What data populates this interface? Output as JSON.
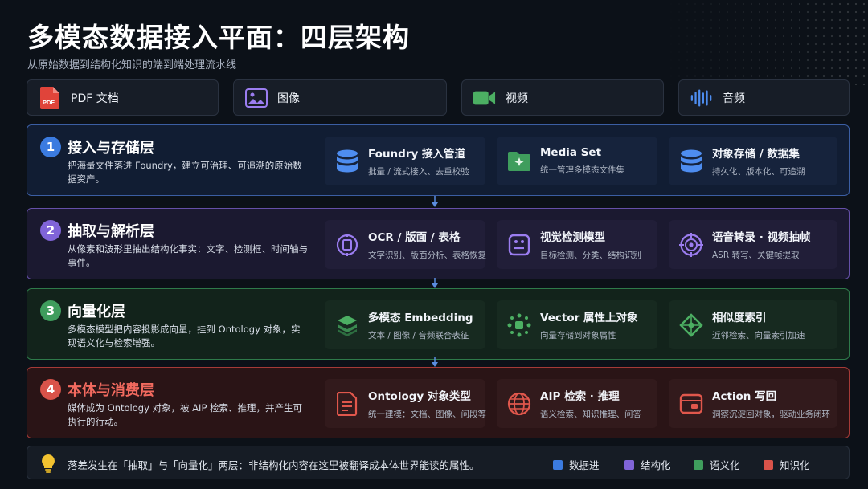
{
  "title": "多模态数据接入平面：四层架构",
  "subtitle": "从原始数据到结构化知识的端到端处理流水线",
  "sources": [
    {
      "label": "PDF 文档",
      "icon": "pdf-icon"
    },
    {
      "label": "图像",
      "icon": "image-icon"
    },
    {
      "label": "视频",
      "icon": "video-icon"
    },
    {
      "label": "音频",
      "icon": "audio-icon"
    }
  ],
  "layers": [
    {
      "num": "1",
      "name": "接入与存储层",
      "desc": "把海量文件落进 Foundry，建立可治理、可追溯的原始数据资产。",
      "color": "#3b7be0",
      "cards": [
        {
          "title": "Foundry 接入管道",
          "sub": "批量 / 流式接入、去重校验",
          "icon": "database-icon"
        },
        {
          "title": "Media Set",
          "sub": "统一管理多模态文件集",
          "icon": "folder-icon"
        },
        {
          "title": "对象存储 / 数据集",
          "sub": "持久化、版本化、可追溯",
          "icon": "storage-icon"
        }
      ]
    },
    {
      "num": "2",
      "name": "抽取与解析层",
      "desc": "从像素和波形里抽出结构化事实：文字、检测框、时间轴与事件。",
      "color": "#8064d8",
      "cards": [
        {
          "title": "OCR / 版面 / 表格",
          "sub": "文字识别、版面分析、表格恢复",
          "icon": "ocr-icon"
        },
        {
          "title": "视觉检测模型",
          "sub": "目标检测、分类、结构识别",
          "icon": "detection-icon"
        },
        {
          "title": "语音转录 · 视频抽帧",
          "sub": "ASR 转写、关键帧提取",
          "icon": "transcription-icon"
        }
      ]
    },
    {
      "num": "3",
      "name": "向量化层",
      "desc": "多模态模型把内容投影成向量，挂到 Ontology 对象，实现语义化与检索增强。",
      "color": "#3f9d5d",
      "cards": [
        {
          "title": "多模态 Embedding",
          "sub": "文本 / 图像 / 音频联合表征",
          "icon": "layers-icon"
        },
        {
          "title": "Vector 属性上对象",
          "sub": "向量存储到对象属性",
          "icon": "vector-icon"
        },
        {
          "title": "相似度索引",
          "sub": "近邻检索、向量索引加速",
          "icon": "index-icon"
        }
      ]
    },
    {
      "num": "4",
      "name": "本体与消费层",
      "desc": "媒体成为 Ontology 对象，被 AIP 检索、推理，并产生可执行的行动。",
      "color": "#d9534a",
      "cards": [
        {
          "title": "Ontology 对象类型",
          "sub": "统一建模：文档、图像、问段等",
          "icon": "document-icon"
        },
        {
          "title": "AIP 检索 · 推理",
          "sub": "语义检索、知识推理、问答",
          "icon": "globe-icon"
        },
        {
          "title": "Action 写回",
          "sub": "洞察沉淀回对象，驱动业务闭环",
          "icon": "action-icon"
        }
      ]
    }
  ],
  "footer": {
    "note": "落差发生在「抽取」与「向量化」两层：非结构化内容在这里被翻译成本体世界能读的属性。",
    "legend": [
      {
        "label": "数据进",
        "color": "#3b7be0"
      },
      {
        "label": "结构化",
        "color": "#8064d8"
      },
      {
        "label": "语义化",
        "color": "#3f9d5d"
      },
      {
        "label": "知识化",
        "color": "#d9534a"
      }
    ]
  }
}
